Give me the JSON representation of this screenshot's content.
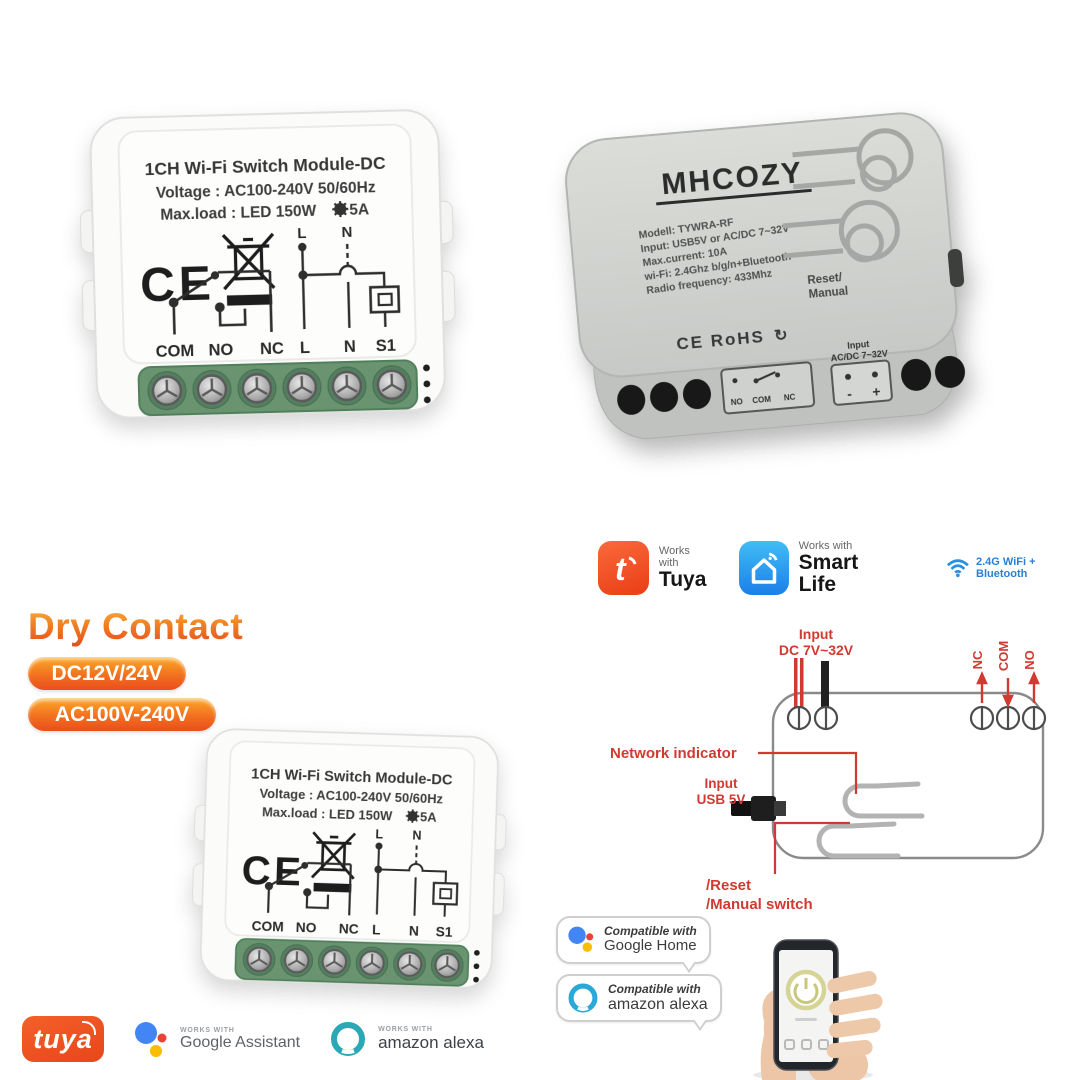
{
  "white_module": {
    "title": "1CH Wi-Fi Switch Module-DC",
    "voltage": "Voltage : AC100-240V 50/60Hz",
    "max_load": "Max.load : LED 150W",
    "amp": "5A",
    "ce": "CE",
    "relay": {
      "com": "COM",
      "no": "NO",
      "nc": "NC"
    },
    "wiring": {
      "l_top": "L",
      "n_top": "N",
      "l": "L",
      "n": "N",
      "s1": "S1"
    }
  },
  "gray_module": {
    "brand": "MHCOZY",
    "specs": [
      "Modell: TYWRA-RF",
      "Input: USB5V or AC/DC 7~32V",
      "Max.current: 10A",
      "wi-Fi: 2.4Ghz b/g/n+Bluetooth",
      "Radio frequency: 433Mhz"
    ],
    "cert": "CE RoHS",
    "recycle": "↻",
    "reset1": "Reset/",
    "reset2": "Manual",
    "front": {
      "no": "NO",
      "com": "COM",
      "nc": "NC",
      "input1": "Input",
      "input2": "AC/DC 7~32V",
      "minus": "-",
      "plus": "+"
    }
  },
  "dry_contact": {
    "heading": "Dry Contact",
    "badge1": "DC12V/24V",
    "badge2": "AC100V-240V"
  },
  "works_with": {
    "tuya_prefix": "Works with",
    "tuya_name": "Tuya",
    "tuya_letter": "t",
    "sl_prefix": "Works with",
    "sl_name": "Smart Life",
    "wifi_note": "2.4G WiFi + Bluetooth"
  },
  "diagram": {
    "input1": "Input",
    "input2": "DC 7V~32V",
    "nc": "NC",
    "com": "COM",
    "no": "NO",
    "network_indicator": "Network indicator",
    "usb1": "Input",
    "usb2": "USB 5V",
    "reset1": "/Reset",
    "reset2": "/Manual switch"
  },
  "compat": {
    "prefix1": "Compatible with",
    "google": "Google Home",
    "prefix2": "Compatible with",
    "alexa": "amazon alexa"
  },
  "footer": {
    "tuya": "tuya",
    "works_with1": "WORKS WITH",
    "google": "Google Assistant",
    "works_with2": "WORKS WITH",
    "alexa": "amazon alexa"
  },
  "colors": {
    "diagram_red": "#d03a31",
    "tuya_orange": "#ee4d1c",
    "smartlife_blue": "#2b9df4",
    "alexa_teal": "#2fb6c9",
    "terminal_green": "#6a9370"
  }
}
